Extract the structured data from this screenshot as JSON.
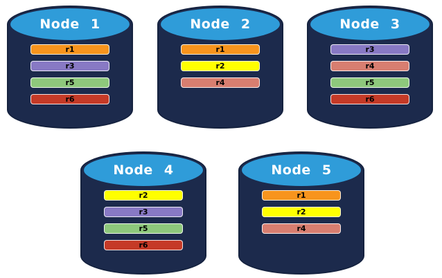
{
  "nodes": [
    {
      "label": "Node 1",
      "records": [
        "r1",
        "r3",
        "r5",
        "r6"
      ]
    },
    {
      "label": "Node 2",
      "records": [
        "r1",
        "r2",
        "r4"
      ]
    },
    {
      "label": "Node 3",
      "records": [
        "r3",
        "r4",
        "r5",
        "r6"
      ]
    },
    {
      "label": "Node 4",
      "records": [
        "r2",
        "r3",
        "r5",
        "r6"
      ]
    },
    {
      "label": "Node 5",
      "records": [
        "r1",
        "r2",
        "r4"
      ]
    }
  ],
  "colors": {
    "cylinder_body": "#1C2A4C",
    "cylinder_outline": "#15223F",
    "cylinder_lid": "#2F9CD9",
    "title_text": "#FFFFFF",
    "record_text": "#000000",
    "records": {
      "r1": "#F8941D",
      "r2": "#FFFF00",
      "r3": "#8879C4",
      "r4": "#D87E70",
      "r5": "#8EC87C",
      "r6": "#C53A27"
    }
  }
}
